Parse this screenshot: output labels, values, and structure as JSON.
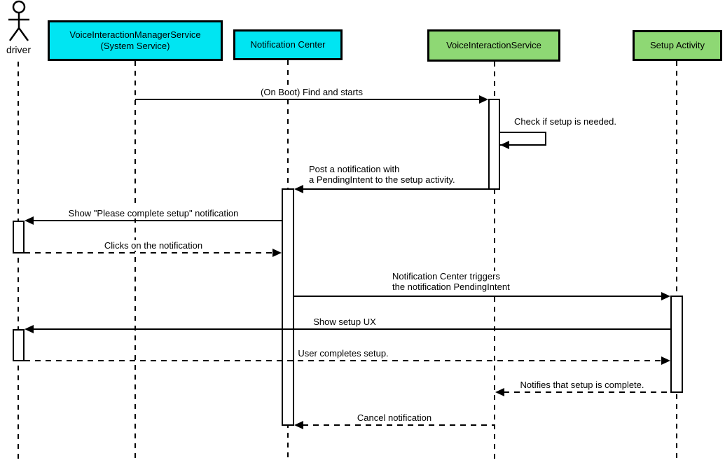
{
  "diagram_type": "uml-sequence",
  "actor": {
    "label": "driver"
  },
  "participants": [
    {
      "id": "voice-interaction-manager-service",
      "label_line1": "VoiceInteractionManagerService",
      "label_line2": "(System Service)",
      "fill": "#00e5f2"
    },
    {
      "id": "notification-center",
      "label": "Notification Center",
      "fill": "#00e5f2"
    },
    {
      "id": "voice-interaction-service",
      "label": "VoiceInteractionService",
      "fill": "#8ed874"
    },
    {
      "id": "setup-activity",
      "label": "Setup Activity",
      "fill": "#8ed874"
    }
  ],
  "messages": [
    {
      "label": "(On Boot) Find and starts",
      "from": "VoiceInteractionManagerService (System Service)",
      "to": "VoiceInteractionService",
      "line": "solid"
    },
    {
      "label": "Check if setup is needed.",
      "from": "VoiceInteractionService",
      "to": "VoiceInteractionService",
      "line": "solid",
      "self_message": true
    },
    {
      "label_line1": "Post a notification with",
      "label_line2": "a PendingIntent to the setup activity.",
      "from": "VoiceInteractionService",
      "to": "Notification Center",
      "line": "solid"
    },
    {
      "label": "Show \"Please complete setup\" notification",
      "from": "Notification Center",
      "to": "driver",
      "line": "solid"
    },
    {
      "label": "Clicks on the notification",
      "from": "driver",
      "to": "Notification Center",
      "line": "dashed"
    },
    {
      "label_line1": "Notification Center triggers",
      "label_line2": "the notification PendingIntent",
      "from": "Notification Center",
      "to": "Setup Activity",
      "line": "solid"
    },
    {
      "label": "Show setup UX",
      "from": "Setup Activity",
      "to": "driver",
      "line": "solid"
    },
    {
      "label": "User completes setup.",
      "from": "driver",
      "to": "Setup Activity",
      "line": "dashed"
    },
    {
      "label": "Notifies that setup is complete.",
      "from": "Setup Activity",
      "to": "VoiceInteractionService",
      "line": "dashed"
    },
    {
      "label": "Cancel notification",
      "from": "VoiceInteractionService",
      "to": "Notification Center",
      "line": "dashed"
    }
  ],
  "colors": {
    "background": "#ffffff",
    "service_box_fill": "#00e5f2",
    "activity_box_fill": "#8ed874",
    "line": "#000000",
    "activation_fill": "#ffffff"
  }
}
